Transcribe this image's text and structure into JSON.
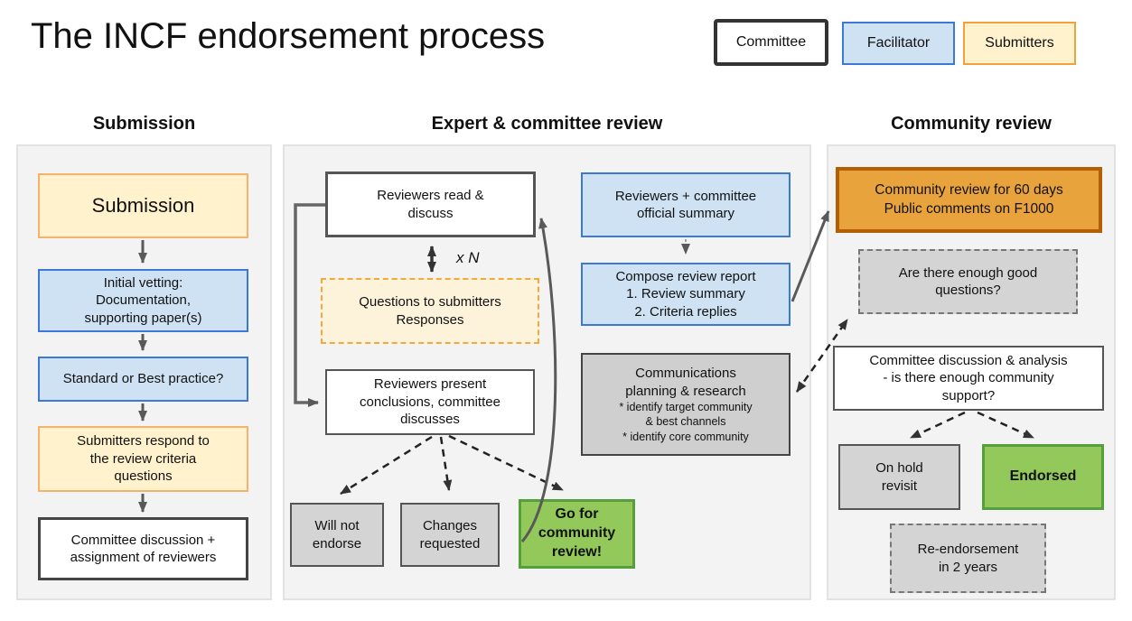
{
  "title": "The INCF endorsement process",
  "legend": {
    "committee": "Committee",
    "facilitator": "Facilitator",
    "submitters": "Submitters"
  },
  "colors": {
    "committee_border": "#333333",
    "facilitator_fill": "#cfe2f3",
    "facilitator_border": "#3c78d8",
    "submitters_fill": "#fff2cc",
    "submitters_border": "#f1a23c",
    "community_review_fill": "#e8a33c",
    "community_review_border": "#b45f06",
    "go_green_fill": "#93c85a",
    "go_green_border": "#55a03c",
    "gray_fill": "#d4d4d4",
    "panel_fill": "#f3f3f4"
  },
  "columns": {
    "submission": {
      "header": "Submission",
      "boxes": {
        "submission": "Submission",
        "initial_vetting": "Initial vetting:\nDocumentation,\nsupporting paper(s)",
        "standard_or_best": "Standard or Best practice?",
        "submitters_respond": "Submitters respond to\nthe review criteria\nquestions",
        "committee_discussion": "Committee discussion +\nassignment of reviewers"
      }
    },
    "expert_review": {
      "header": "Expert & committee review",
      "loop_label": "x N",
      "boxes": {
        "reviewers_read": "Reviewers read &\ndiscuss",
        "questions_to_submitters": "Questions to submitters\nResponses",
        "reviewers_present": "Reviewers present\nconclusions, committee\ndiscusses",
        "will_not_endorse": "Will not\nendorse",
        "changes_requested": "Changes\nrequested",
        "go_for_review": "Go for\ncommunity\nreview!",
        "official_summary": "Reviewers + committee\nofficial summary",
        "compose_report": "Compose review report\n1. Review summary\n2. Criteria replies",
        "communications_title": "Communications\nplanning & research",
        "communications_details": "* identify target community\n& best channels\n* identify core community"
      }
    },
    "community_review": {
      "header": "Community review",
      "boxes": {
        "review_60_days": "Community review for 60 days\nPublic comments on F1000",
        "enough_questions": "Are there enough good\nquestions?",
        "committee_analysis": "Committee discussion & analysis\n- is there enough community\nsupport?",
        "on_hold": "On hold\nrevisit",
        "endorsed": "Endorsed",
        "re_endorsement": "Re-endorsement\nin 2 years"
      }
    }
  }
}
